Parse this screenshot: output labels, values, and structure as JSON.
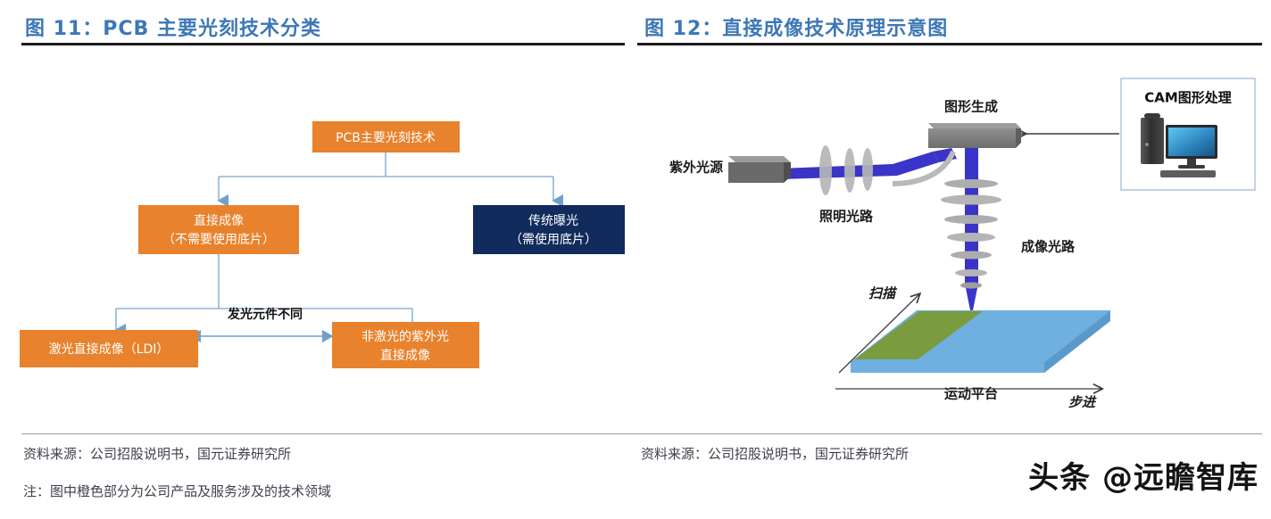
{
  "figures": {
    "left": {
      "title": "图 11：PCB 主要光刻技术分类",
      "source": "资料来源：公司招股说明书，国元证券研究所",
      "note": "注：图中橙色部分为公司产品及服务涉及的技术领域",
      "flowchart": {
        "root": "PCB主要光刻技术",
        "branch_direct_line1": "直接成像",
        "branch_direct_line2": "（不需要使用底片）",
        "branch_traditional_line1": "传统曝光",
        "branch_traditional_line2": "（需使用底片）",
        "leaf_ldi": "激光直接成像（LDI）",
        "leaf_uv_line1": "非激光的紫外光",
        "leaf_uv_line2": "直接成像",
        "compare_label": "发光元件不同"
      },
      "colors": {
        "orange": "#E8822C",
        "navy": "#102B5C",
        "connector": "#8EB4D8"
      }
    },
    "right": {
      "title": "图 12：直接成像技术原理示意图",
      "source": "资料来源：公司招股说明书，国元证券研究所",
      "labels": {
        "cam_box": "CAM图形处理",
        "pattern_generation": "图形生成",
        "uv_source": "紫外光源",
        "illumination_path": "照明光路",
        "imaging_path": "成像光路",
        "scan": "扫描",
        "step": "步进",
        "motion_stage": "运动平台"
      },
      "colors": {
        "beam": "#3A34C8",
        "lens": "#9A9A9A",
        "stage_blue": "#6FB0E0",
        "stage_green": "#7A9B3E",
        "cam_border": "#A8C0DC"
      }
    }
  },
  "watermark": "头条 @远瞻智库"
}
